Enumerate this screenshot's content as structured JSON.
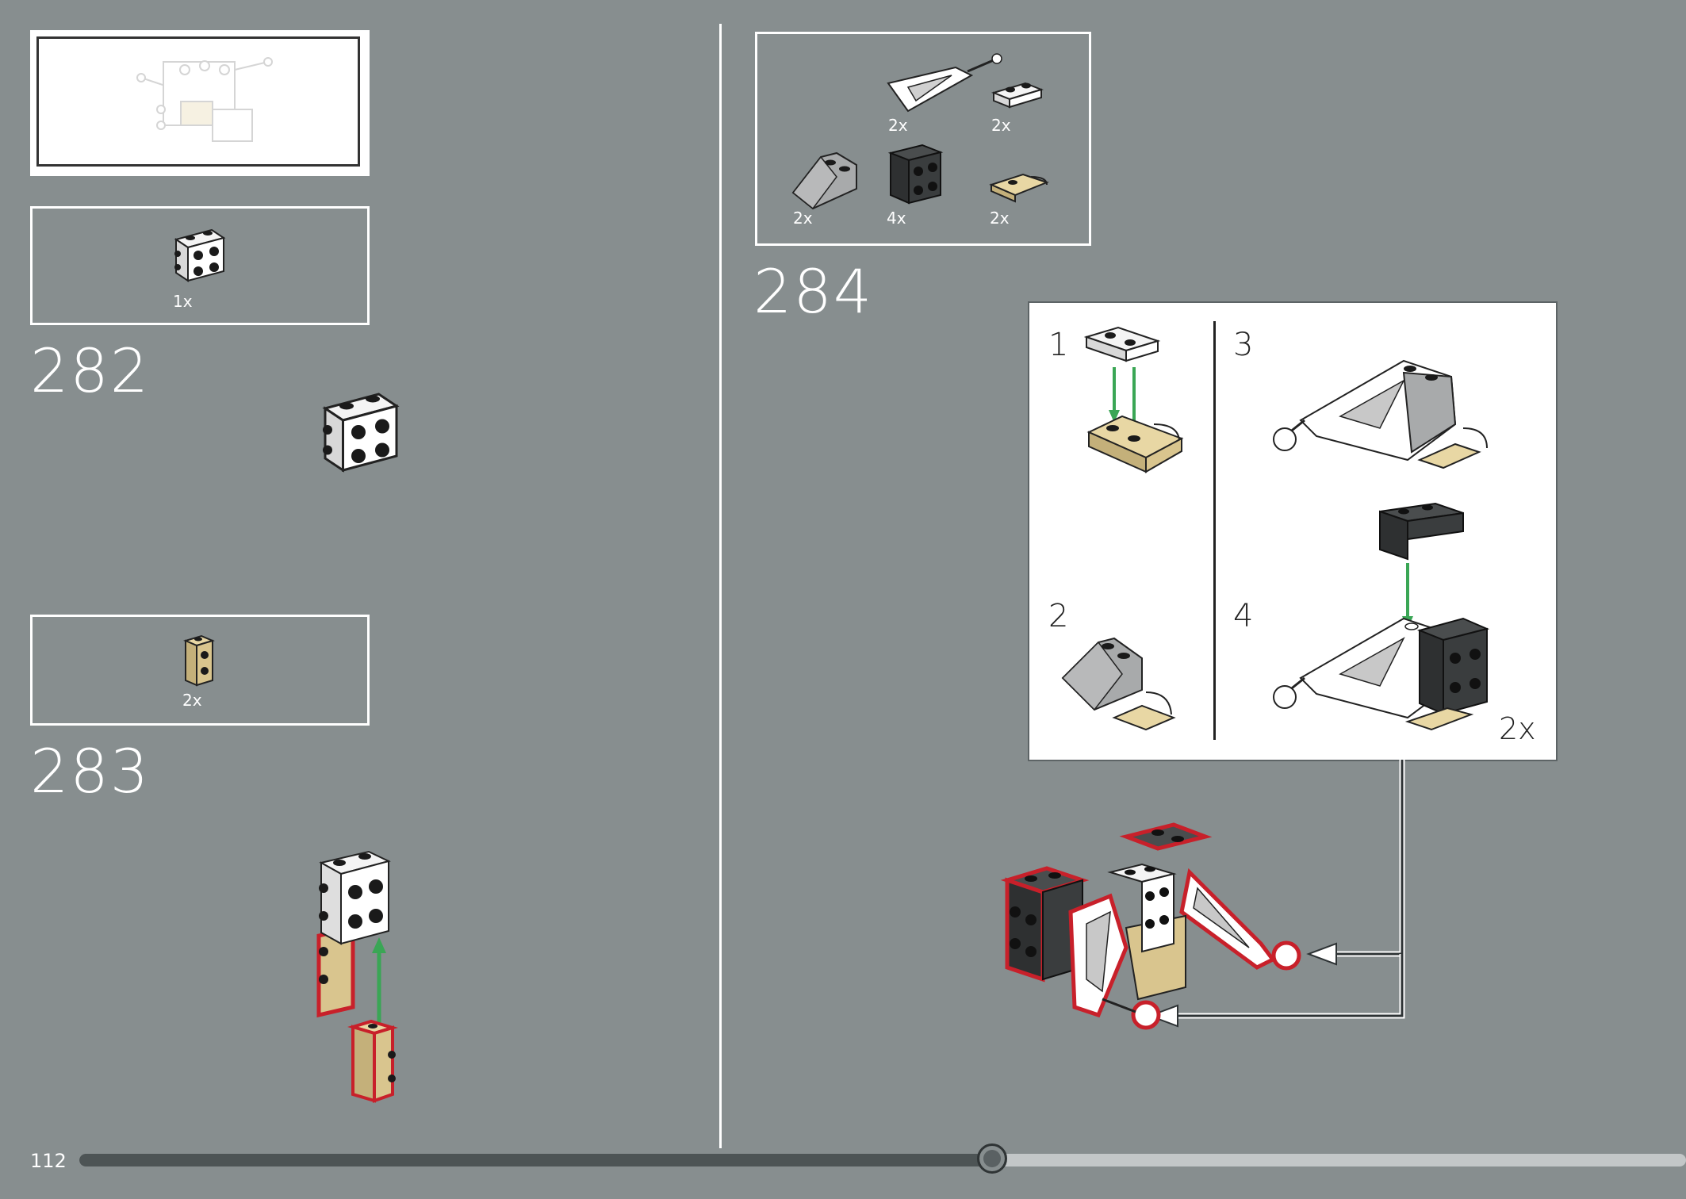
{
  "page": {
    "number": "112"
  },
  "progress": {
    "fraction": 0.568
  },
  "steps": {
    "s282": {
      "number": "282",
      "parts": [
        {
          "qty": "1x",
          "part_icon": "white-brick-studs-side-icon"
        }
      ]
    },
    "s283": {
      "number": "283",
      "parts": [
        {
          "qty": "2x",
          "part_icon": "tan-brick-studs-side-icon"
        }
      ]
    },
    "s284": {
      "number": "284",
      "parts": [
        {
          "qty": "2x",
          "part_icon": "white-wedge-bar-plate-icon"
        },
        {
          "qty": "2x",
          "part_icon": "white-plate-1x2-icon"
        },
        {
          "qty": "2x",
          "part_icon": "grey-slope-icon"
        },
        {
          "qty": "4x",
          "part_icon": "dark-grey-brick-studs-side-icon"
        },
        {
          "qty": "2x",
          "part_icon": "tan-handle-plate-icon"
        }
      ],
      "substeps": [
        "1",
        "2",
        "3",
        "4"
      ],
      "subassembly_qty": "2x"
    }
  },
  "colors": {
    "background": "#878e8f",
    "white_part": "#ffffff",
    "tan_part": "#d9c58e",
    "dark_part": "#3a3d3e",
    "grey_part": "#a8aaab",
    "arrow_green": "#3aa655",
    "highlight_red": "#c8202a"
  }
}
